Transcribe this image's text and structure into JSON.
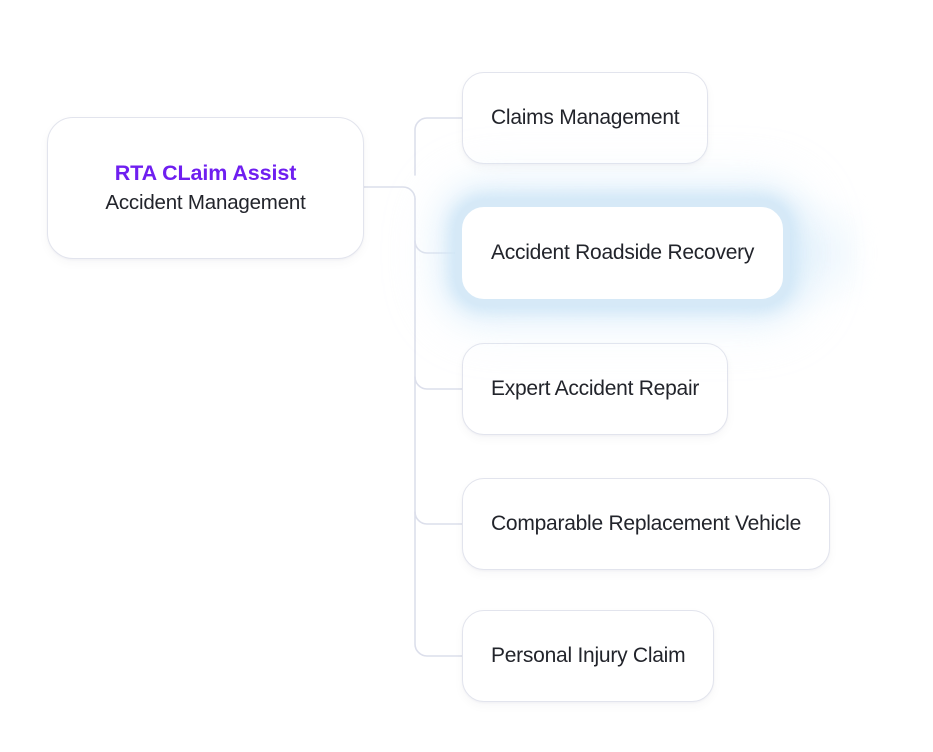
{
  "diagram": {
    "type": "mindmap",
    "orientation": "left-to-right",
    "background_color": "#ffffff",
    "root": {
      "title": "RTA CLaim Assist",
      "subtitle": "Accident Management",
      "title_color": "#6f1ff0",
      "subtitle_color": "#22242b"
    },
    "children": [
      {
        "label": "Claims Management",
        "highlighted": false
      },
      {
        "label": "Accident Roadside Recovery",
        "highlighted": true
      },
      {
        "label": "Expert Accident Repair",
        "highlighted": false
      },
      {
        "label": "Comparable Replacement Vehicle",
        "highlighted": false
      },
      {
        "label": "Personal Injury Claim",
        "highlighted": false
      }
    ],
    "style": {
      "card_background": "#ffffff",
      "card_border_color": "#e2e4ed",
      "connector_color": "#dcdfeb",
      "highlight_glow_color": "#d6e9f7",
      "label_color": "#22242b"
    }
  }
}
